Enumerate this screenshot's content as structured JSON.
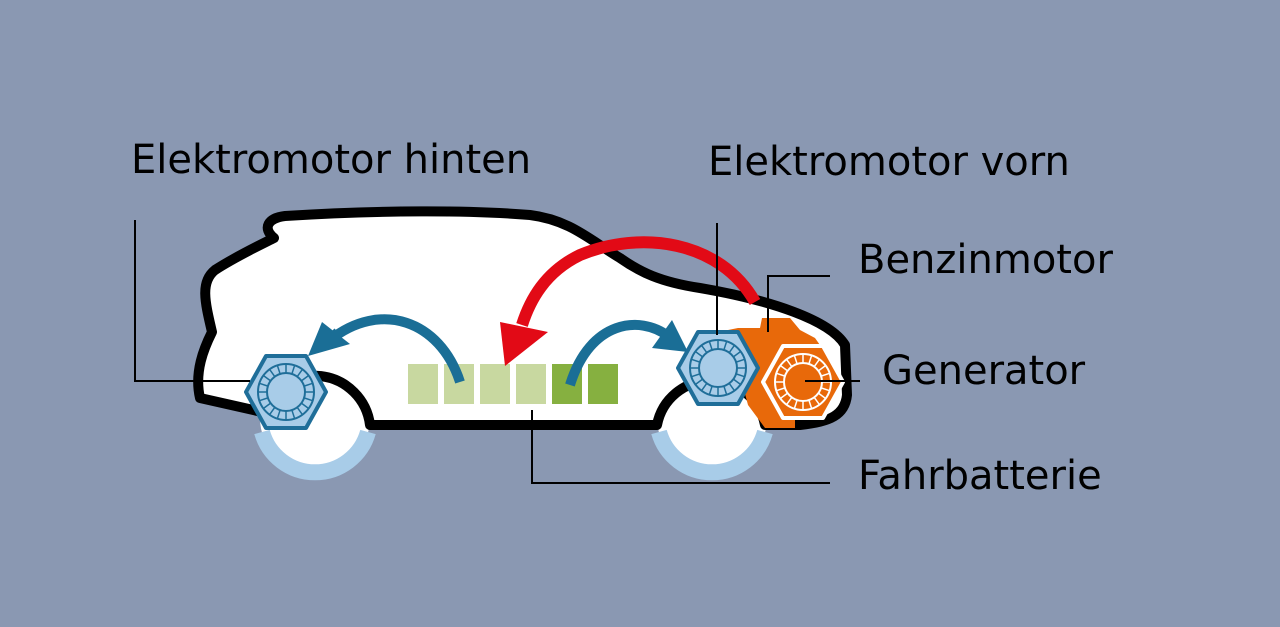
{
  "labels": {
    "rear_motor": "Elektromotor hinten",
    "front_motor": "Elektromotor vorn",
    "engine": "Benzinmotor",
    "generator": "Generator",
    "battery": "Fahrbatterie"
  },
  "colors": {
    "background": "#8a98b2",
    "motor_fill": "#a8cce8",
    "motor_stroke": "#1f6e99",
    "engine": "#e8690a",
    "battery_light": "#c8d8a0",
    "battery_dark": "#86b040",
    "flow_blue": "#1a6e96",
    "flow_red": "#e20a16"
  },
  "battery": {
    "cells": 6,
    "charged_cells": 2
  }
}
